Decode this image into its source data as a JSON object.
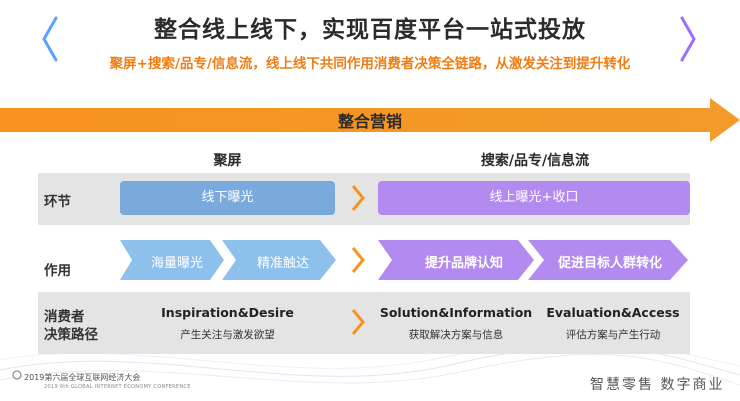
{
  "header": {
    "title": "整合线上线下，实现百度平台一站式投放",
    "subtitle": "聚屏+搜索/品专/信息流，线上线下共同作用消费者决策全链路，从激发关注到提升转化"
  },
  "banner": {
    "label": "整合营销"
  },
  "columns": {
    "left": "聚屏",
    "right": "搜索/品专/信息流"
  },
  "rows": {
    "huanjie": {
      "label": "环节",
      "left_box": "线下曝光",
      "right_box": "线上曝光+收口"
    },
    "zuoyong": {
      "label": "作用",
      "steps": [
        "海量曝光",
        "精准触达",
        "提升品牌认知",
        "促进目标人群转化"
      ]
    },
    "path": {
      "label_line1": "消费者",
      "label_line2": "决策路径",
      "stages": [
        {
          "title": "Inspiration&Desire",
          "desc": "产生关注与激发欲望"
        },
        {
          "title": "Solution&Information",
          "desc": "获取解决方案与信息"
        },
        {
          "title": "Evaluation&Access",
          "desc": "评估方案与产生行动"
        }
      ]
    }
  },
  "footer": {
    "conference": "2019第六届全球互联网经济大会",
    "conference_en": "2019 6th GLOBAL INTERNET ECONOMY CONFERENCE",
    "slogan": "智慧零售 数字商业"
  },
  "colors": {
    "orange": "#f7931e",
    "blue": "#7aa9dc",
    "purple": "#b38bf0",
    "band": "#e4e4e4"
  }
}
